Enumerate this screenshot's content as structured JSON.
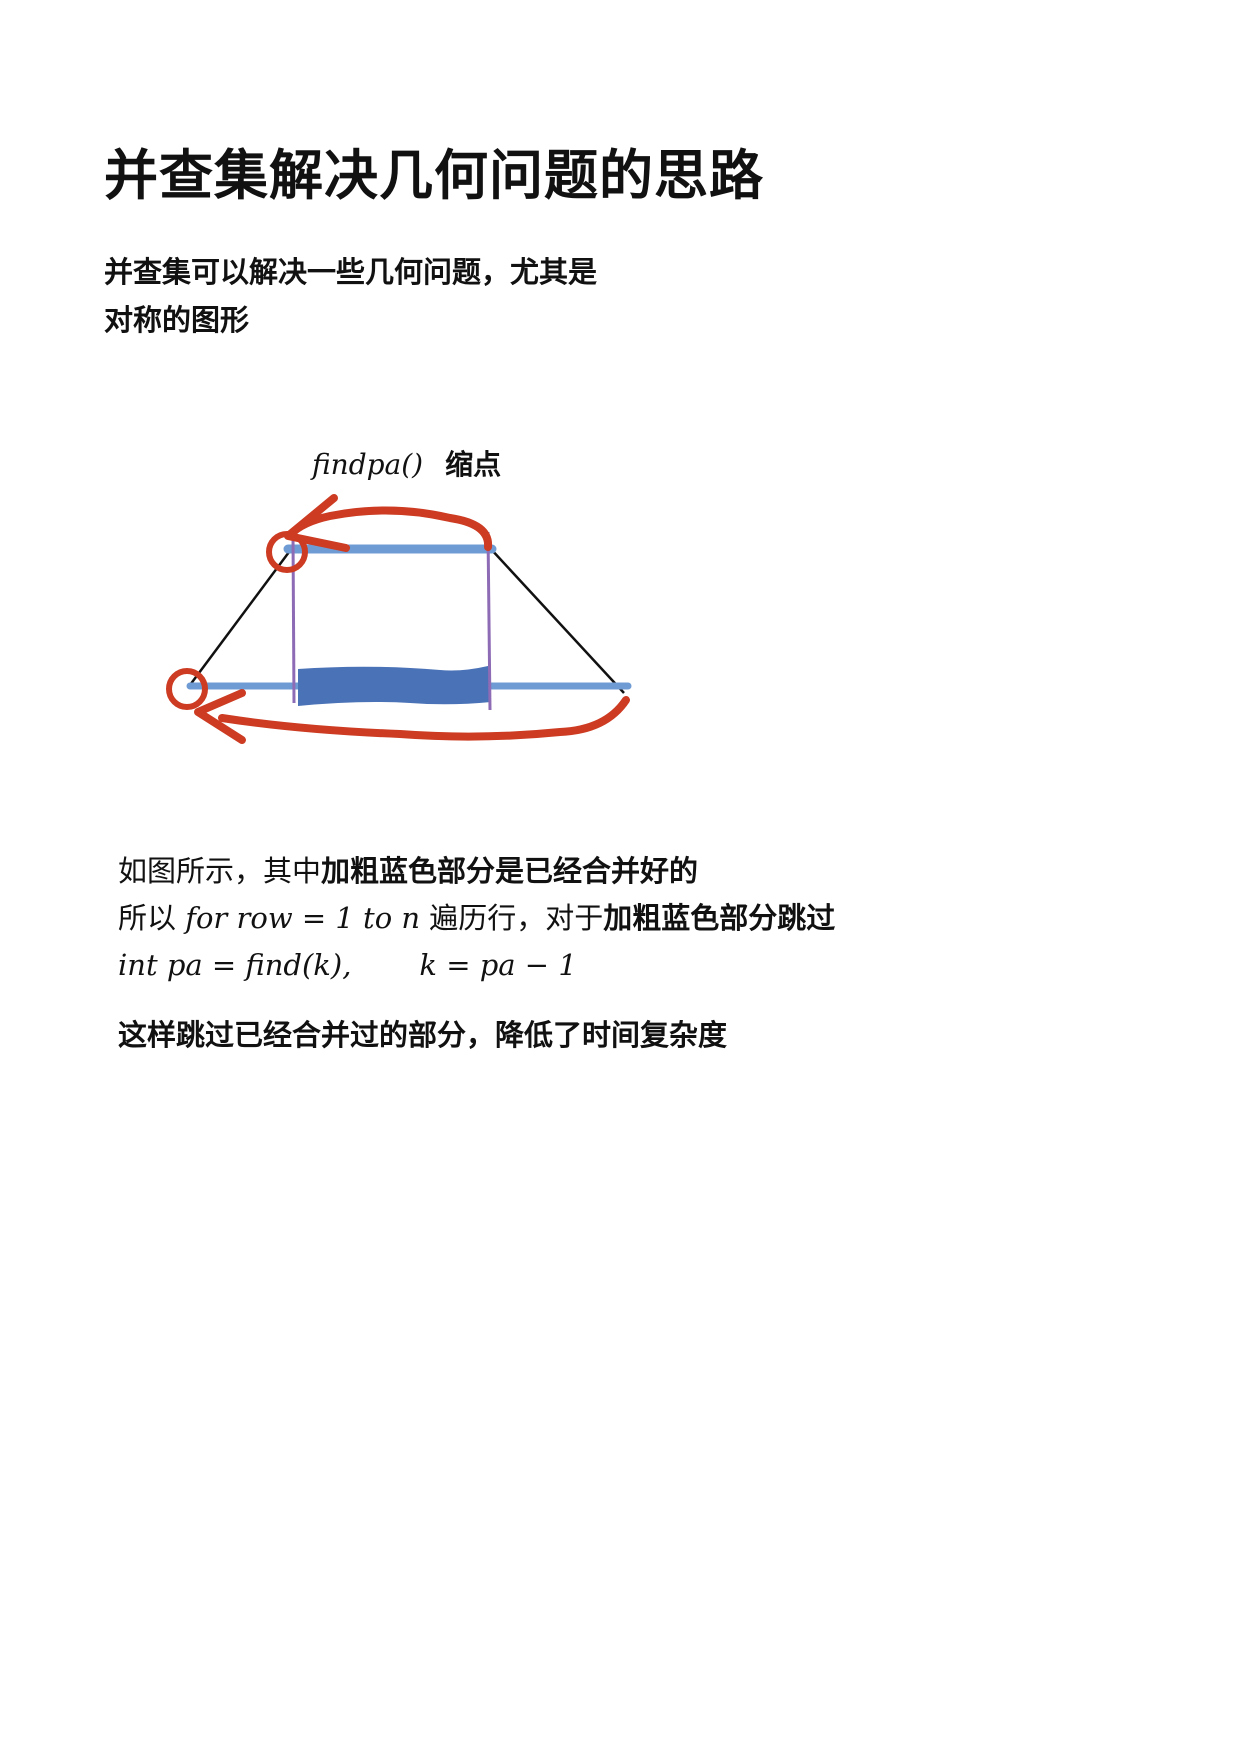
{
  "page": {
    "title": "并查集解决几何问题的思路",
    "intro": [
      "并查集可以解决一些几何问题，尤其是",
      "对称的图形"
    ]
  },
  "figure": {
    "caption_math": "findpa()",
    "caption_text": "缩点",
    "colors": {
      "thin_line": "#6f9bd4",
      "bold_block": "#4a72b7",
      "arrow": "#cc3b22",
      "divider": "#8e6bb5",
      "outline": "#111111"
    }
  },
  "explanation": {
    "line1": {
      "plain": "如图所示，其中",
      "bold": "加粗蓝色部分是已经合并好的"
    },
    "line2": {
      "plain1": "所以 ",
      "math": "for row = 1 to n",
      "plain2": " 遍历行，对于",
      "bold": "加粗蓝色部分跳过"
    },
    "line3": {
      "math1": "int pa = find(k),",
      "math2": "k = pa − 1"
    }
  },
  "summary": "这样跳过已经合并过的部分，降低了时间复杂度"
}
